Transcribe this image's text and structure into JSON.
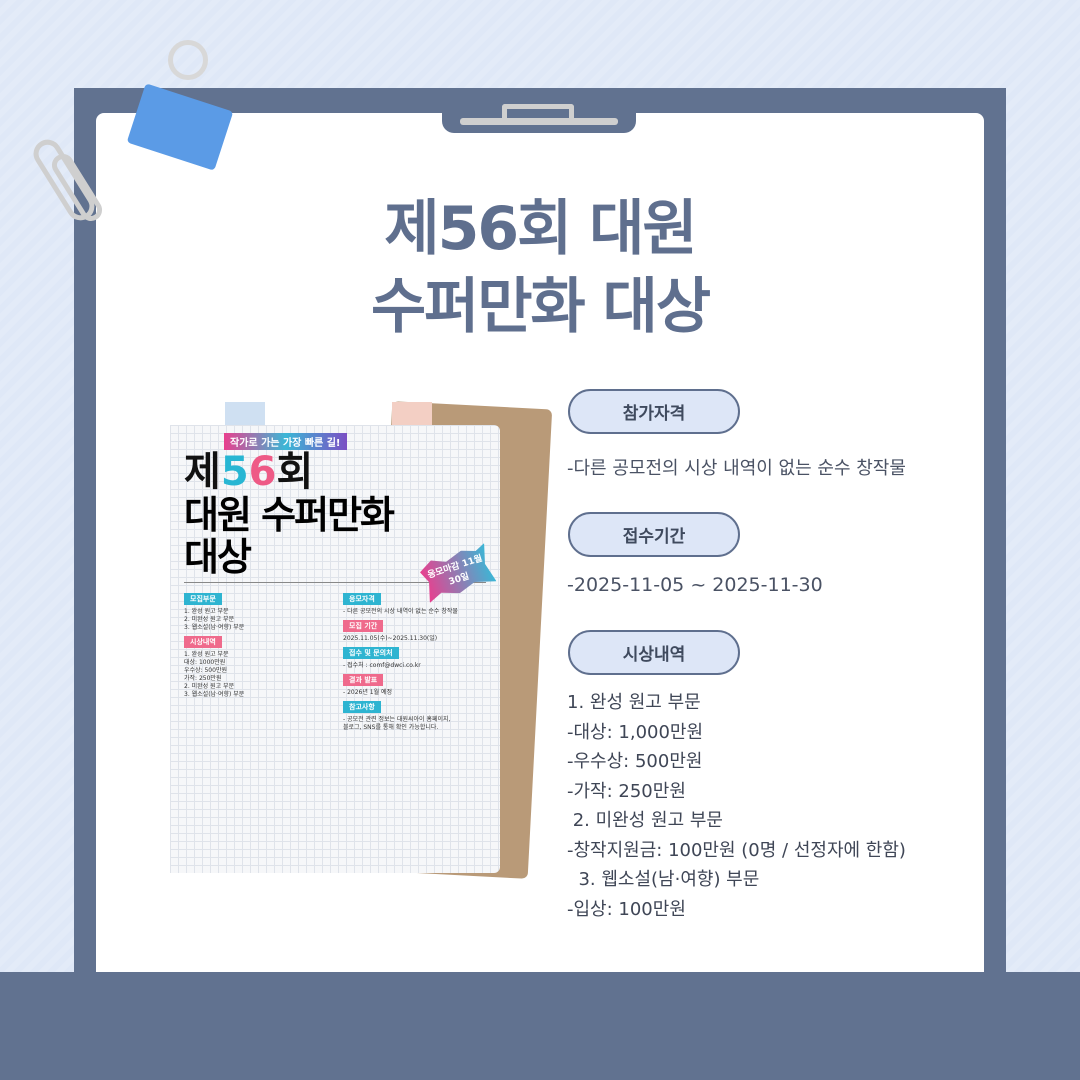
{
  "title": {
    "line1": "제56회 대원",
    "line2": "수퍼만화 대상"
  },
  "sections": [
    {
      "label": "참가자격",
      "lines": [
        "-다른 공모전의 시상 내역이 없는 순수 창작물"
      ]
    },
    {
      "label": "접수기간",
      "lines": [
        "-2025-11-05 ~ 2025-11-30"
      ]
    },
    {
      "label": "시상내역",
      "lines": [
        "1. 완성 원고 부문",
        "-대상: 1,000만원",
        "-우수상: 500만원",
        "-가작: 250만원",
        " 2. 미완성 원고 부문",
        "-창작지원금: 100만원 (0명 / 선정자에 한함)",
        "  3. 웹소설(남·여향) 부문",
        "-입상: 100만원"
      ]
    }
  ],
  "poster": {
    "tagline": "작가로 가는 가장 빠른 길!",
    "heading1": {
      "a": "제",
      "b": "5",
      "c": "6",
      "d": "회"
    },
    "heading2": "대원 수퍼만화",
    "heading3": "대상",
    "burst": "응모마감 11월 30일",
    "left": [
      {
        "label": "모집부문",
        "lines": [
          "1. 완성 원고 부문",
          "2. 미완성 원고 부문",
          "3. 웹소설(남·여향) 부문"
        ]
      },
      {
        "label": "시상내역",
        "lines": [
          "1. 완성 원고 부문",
          "대상: 1000만원",
          "우수상: 500만원",
          "가작: 250만원",
          "2. 미완성 원고 부문",
          "3. 웹소설(남·여향) 부문"
        ]
      }
    ],
    "right": [
      {
        "label": "응모자격",
        "lines": [
          "- 다른 공모전의 시상 내역이 없는 순수 창작물"
        ]
      },
      {
        "label": "모집 기간",
        "lines": [
          "2025.11.05(수)~2025.11.30(일)"
        ]
      },
      {
        "label": "접수 및 문의처",
        "lines": [
          "- 접수처 : comf@dwci.co.kr"
        ]
      },
      {
        "label": "결과 발표",
        "lines": [
          "- 2026년 1월 예정"
        ]
      },
      {
        "label": "참고사항",
        "lines": [
          "- 공모전 관련 정보는 대원씨아이 홈페이지,",
          "블로그, SNS를 통해 확인 가능합니다."
        ]
      }
    ]
  }
}
